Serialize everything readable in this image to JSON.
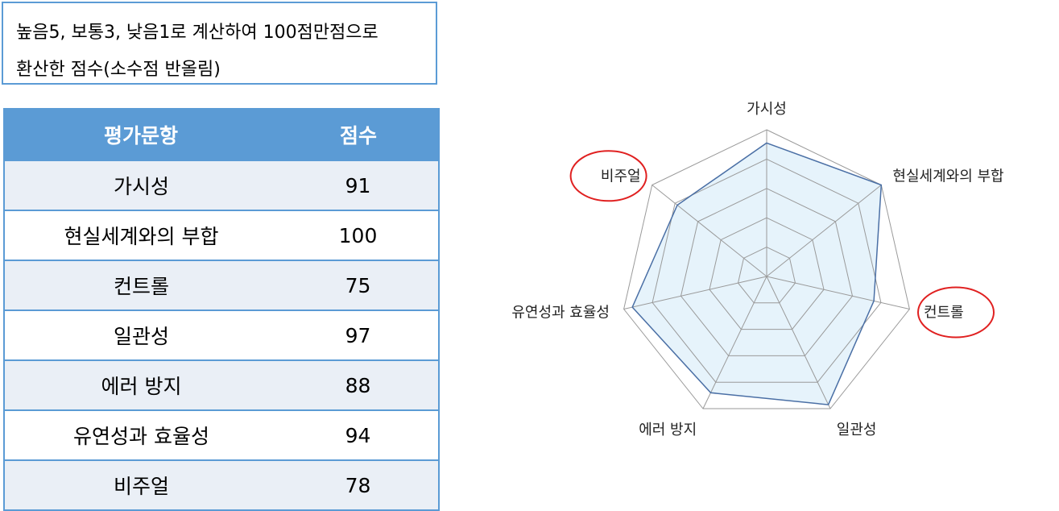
{
  "note": {
    "line1": "높음5, 보통3, 낮음1로 계산하여 100점만점으로",
    "line2": "환산한 점수(소수점 반올림)"
  },
  "table": {
    "headers": [
      "평가문항",
      "점수"
    ],
    "rows": [
      {
        "item": "가시성",
        "score": "91"
      },
      {
        "item": "현실세계와의 부합",
        "score": "100"
      },
      {
        "item": "컨트롤",
        "score": "75"
      },
      {
        "item": "일관성",
        "score": "97"
      },
      {
        "item": "에러 방지",
        "score": "88"
      },
      {
        "item": "유연성과 효율성",
        "score": "94"
      },
      {
        "item": "비주얼",
        "score": "78"
      }
    ]
  },
  "chart_data": {
    "type": "radar",
    "categories": [
      "가시성",
      "현실세계와의 부합",
      "컨트롤",
      "일관성",
      "에러 방지",
      "유연성과 효율성",
      "비주얼"
    ],
    "values": [
      91,
      100,
      75,
      97,
      88,
      94,
      78
    ],
    "range": [
      0,
      100
    ],
    "rings": 5,
    "highlighted": [
      "컨트롤",
      "비주얼"
    ],
    "colors": {
      "line": "#4a6fa5",
      "fill": "#e6f3fb",
      "grid": "#9a9a9a",
      "highlight": "#e02020"
    }
  }
}
